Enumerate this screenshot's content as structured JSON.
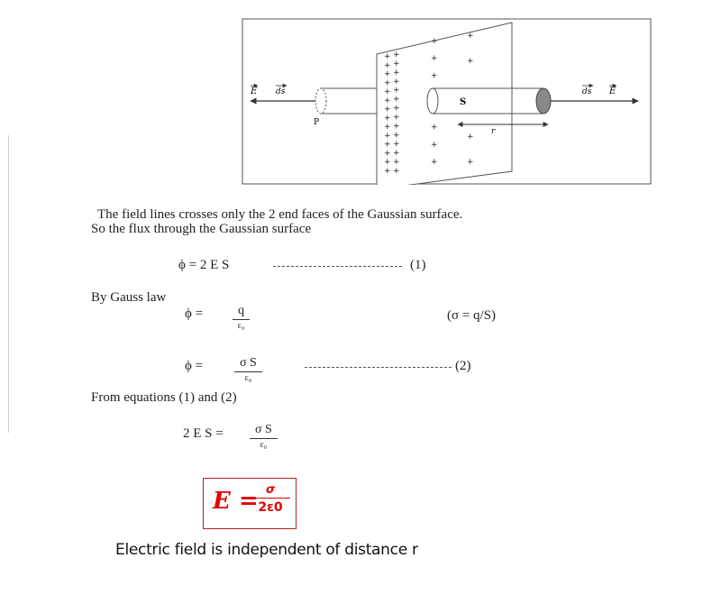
{
  "diagram": {
    "label_E": "E",
    "label_ds": "ds",
    "label_P": "P",
    "label_S": "S",
    "label_r": "r",
    "charge_symbol": "+"
  },
  "text": {
    "line1": "The field lines crosses only the 2 end faces of the Gaussian surface.",
    "line2": "So the flux through the Gaussian surface",
    "eq1_lhs": "ϕ  =  2 E S",
    "eq1_tag": "(1)",
    "gauss_law": "By Gauss law",
    "phi_eq": "ϕ  =",
    "q": "q",
    "eps0": "ε₀",
    "sigma_def": "(σ = q/S)",
    "sigma_S": "σ S",
    "eq2_tag": "(2)",
    "from_eqs": "From equations (1) and (2)",
    "two_ES": "2 E S  =",
    "result_lhs": "E =",
    "result_num": "σ",
    "result_den": "2ε0",
    "conclusion": "Electric field is independent of distance r"
  }
}
